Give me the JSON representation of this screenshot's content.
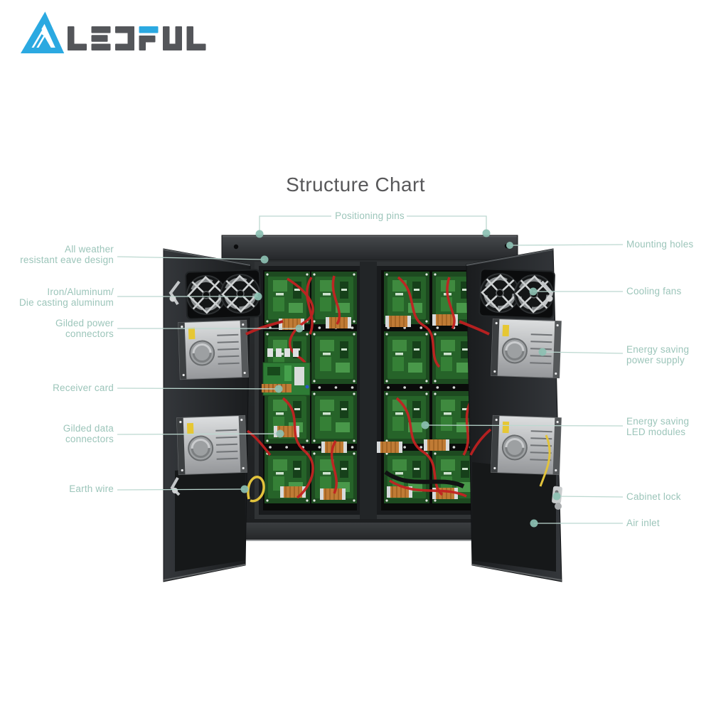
{
  "logo": {
    "brand": "LEDFUL",
    "accent_blue": "#2BA9E1",
    "letter_gray": "#54565A"
  },
  "title": "Structure Chart",
  "callouts": {
    "top": {
      "label": "Positioning pins"
    },
    "left": [
      {
        "id": "eave-design",
        "lines": [
          "All weather",
          "resistant eave design"
        ]
      },
      {
        "id": "die-casting",
        "lines": [
          "Iron/Aluminum/",
          "Die casting aluminum"
        ]
      },
      {
        "id": "gilded-power-connectors",
        "lines": [
          "Gilded power",
          "connectors"
        ]
      },
      {
        "id": "receiver-card",
        "lines": [
          "Receiver card"
        ]
      },
      {
        "id": "gilded-data-connectors",
        "lines": [
          "Gilded data",
          "connectors"
        ]
      },
      {
        "id": "earth-wire",
        "lines": [
          "Earth wire"
        ]
      }
    ],
    "right": [
      {
        "id": "mounting-holes",
        "lines": [
          "Mounting holes"
        ]
      },
      {
        "id": "cooling-fans",
        "lines": [
          "Cooling fans"
        ]
      },
      {
        "id": "energy-saving-power-supply",
        "lines": [
          "Energy saving",
          "power supply"
        ]
      },
      {
        "id": "energy-saving-led-modules",
        "lines": [
          "Energy saving",
          "LED modules"
        ]
      },
      {
        "id": "cabinet-lock",
        "lines": [
          "Cabinet lock"
        ]
      },
      {
        "id": "air-inlet",
        "lines": [
          "Air inlet"
        ]
      }
    ]
  },
  "colors": {
    "label_text": "#9CC5BA",
    "callout_line": "#BCD8D0",
    "callout_dot": "#8CC0B2",
    "title_text": "#58585A"
  }
}
